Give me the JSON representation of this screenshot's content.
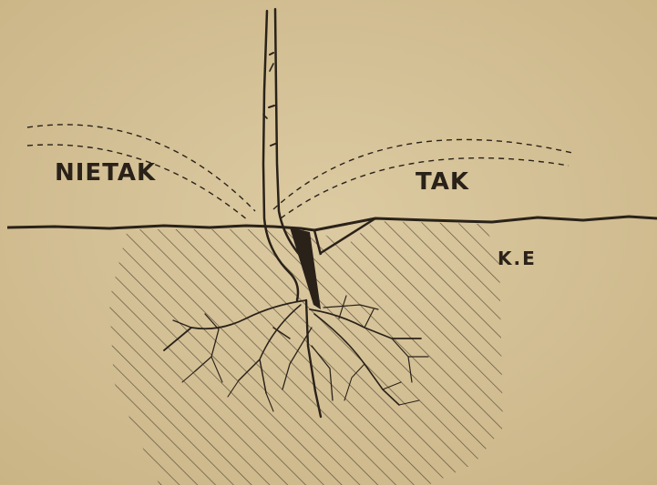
{
  "labels": {
    "left": "NIETAK",
    "right": "TAK",
    "signature": "K.E"
  },
  "colors": {
    "paper": "#d7c49a",
    "ink": "#2a2219",
    "hatch": "#4a3f30"
  }
}
